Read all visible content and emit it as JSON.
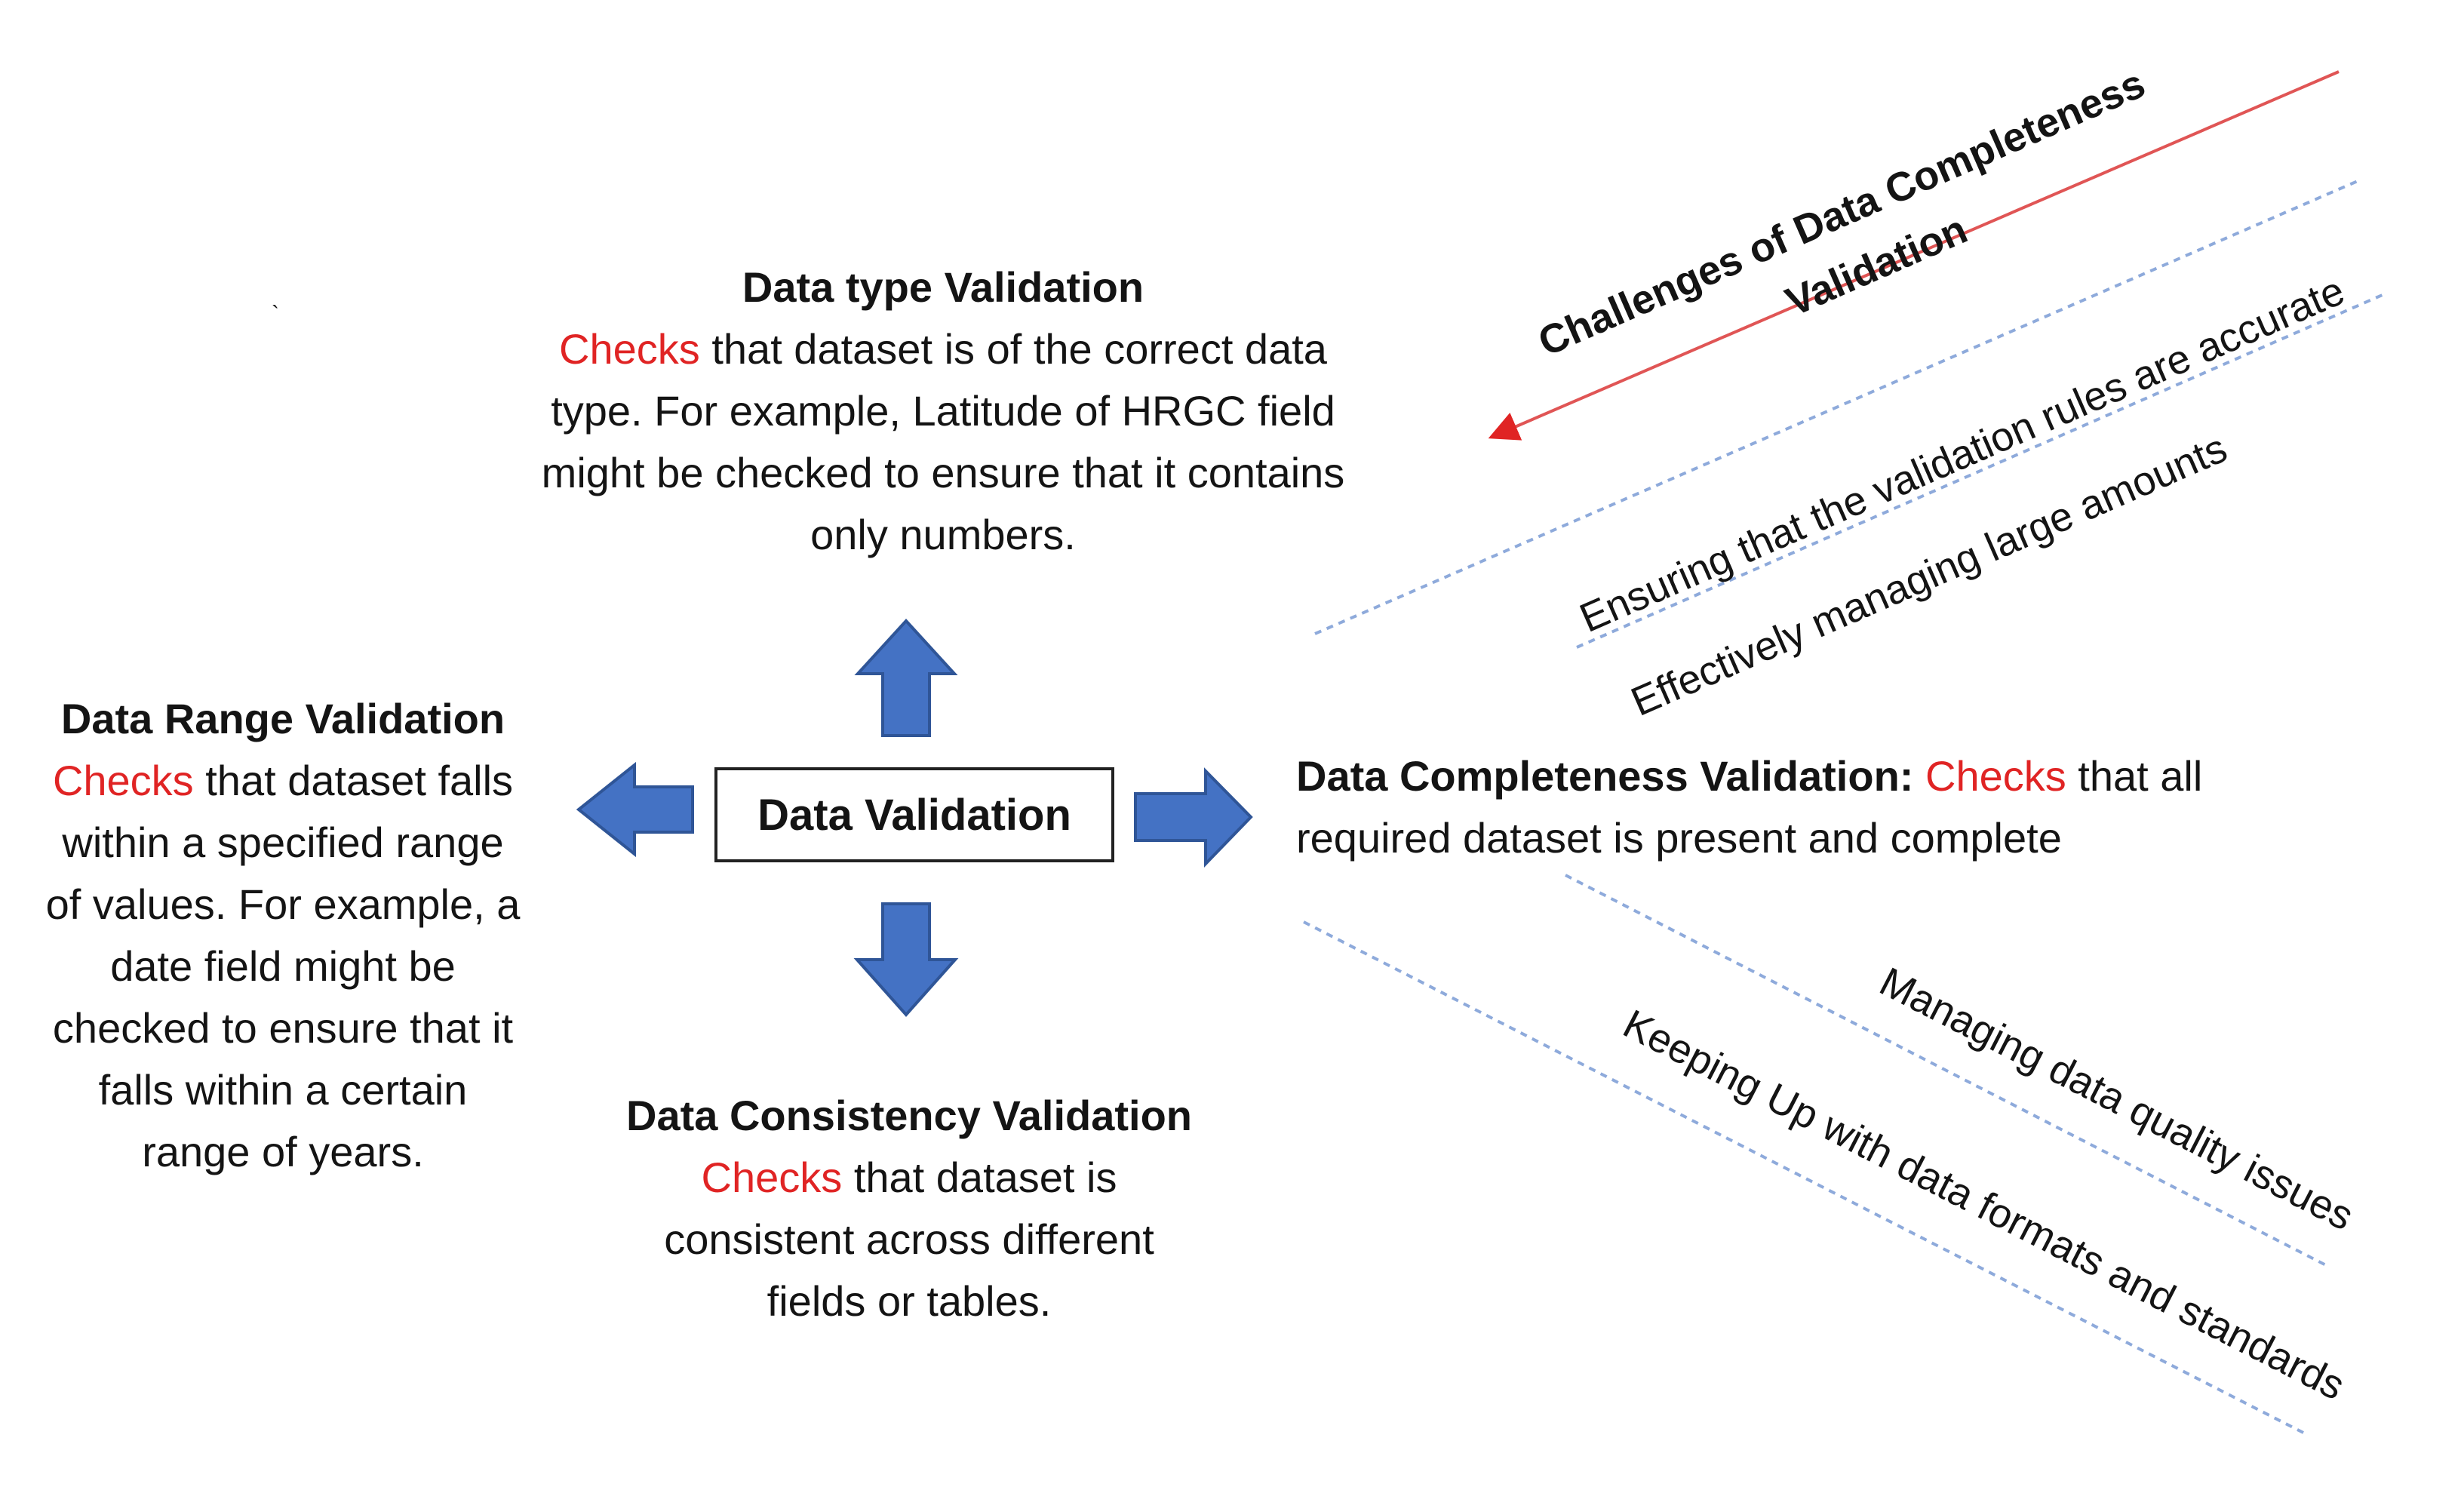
{
  "center": {
    "label": "Data Validation"
  },
  "keyword": "Checks",
  "type_validation": {
    "title": "Data type Validation",
    "lines": [
      "that dataset is of the correct data",
      "type. For example, Latitude of HRGC field",
      "might be checked to ensure that it contains",
      "only numbers."
    ]
  },
  "range_validation": {
    "title": "Data Range Validation",
    "lines": [
      "that dataset falls",
      "within a specified range",
      "of values. For example, a",
      "date field might be",
      "checked to ensure that it",
      "falls within a certain",
      "range of years."
    ]
  },
  "consistency_validation": {
    "title": "Data Consistency Validation",
    "lines": [
      "that dataset is",
      "consistent across different",
      "fields or tables."
    ]
  },
  "completeness_validation": {
    "title": "Data Completeness Validation:",
    "line1_rest": "that all",
    "line2": "required dataset is present and complete"
  },
  "challenges": {
    "heading_line1": "Challenges of Data Completeness",
    "heading_line2": "Validation",
    "items": [
      "Ensuring that the validation rules are accurate",
      "Effectively managing large amounts",
      "Managing data quality issues",
      "Keeping Up with data formats and standards"
    ]
  },
  "colors": {
    "arrow_fill": "#4472c4",
    "arrow_stroke": "#2f5597",
    "keyword": "#e02424",
    "red_line": "#e05555",
    "dotted_line": "#8eaadb"
  }
}
